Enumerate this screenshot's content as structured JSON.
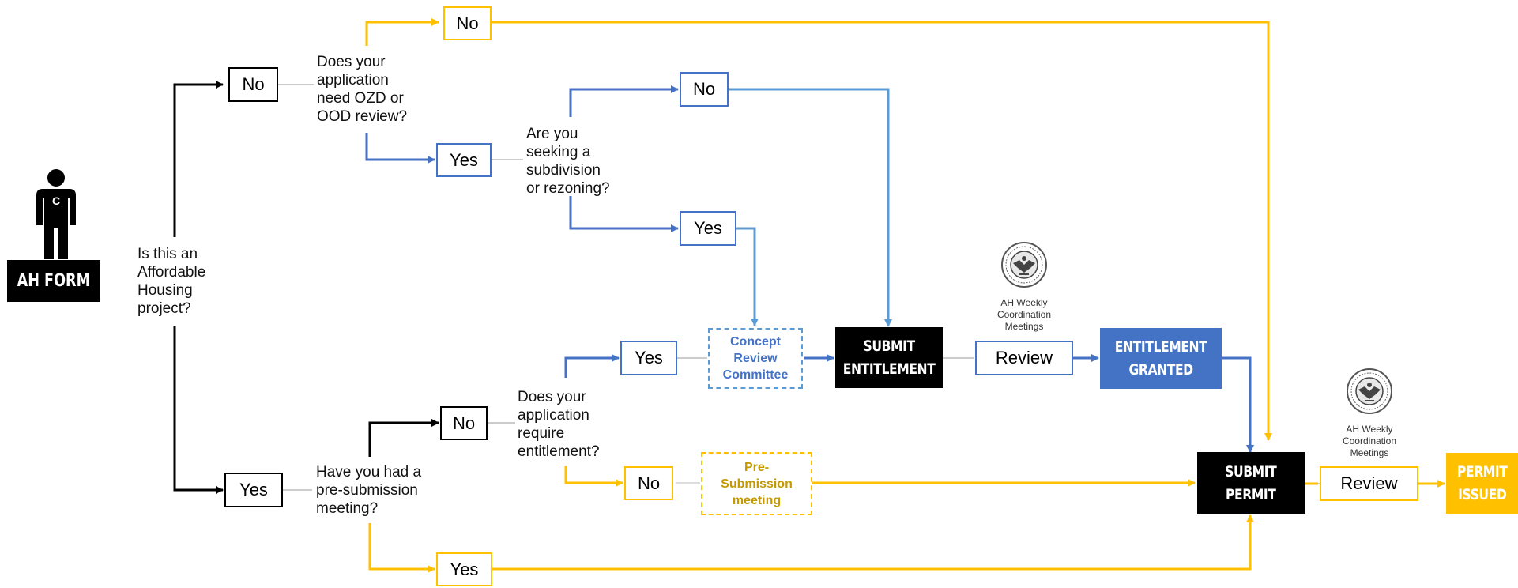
{
  "colors": {
    "black": "#000000",
    "blue": "#4472c4",
    "light_blue": "#5b9bd5",
    "yellow": "#ffc000",
    "entitlement_fill": "#4472c4",
    "permit_issued_fill": "#ffc000"
  },
  "start": {
    "icon": "person-icon",
    "icon_letter": "C",
    "label": "AH FORM"
  },
  "questions": {
    "affordable": "Is this an\nAffordable\nHousing\nproject?",
    "ozd": "Does your\napplication\nneed OZD or\nOOD review?",
    "subdivision": "Are you\nseeking a\nsubdivision\nor rezoning?",
    "presubmission": "Have you had a\npre-submission\nmeeting?",
    "entitlement": "Does your\napplication\nrequire\nentitlement?"
  },
  "answers": {
    "affordable_no": "No",
    "affordable_yes": "Yes",
    "ozd_no": "No",
    "ozd_yes": "Yes",
    "subdivision_no": "No",
    "subdivision_yes": "Yes",
    "presub_no": "No",
    "presub_yes": "Yes",
    "entitlement_yes": "Yes",
    "entitlement_no": "No"
  },
  "steps": {
    "concept_review": "Concept\nReview\nCommittee",
    "presubmission_meeting": "Pre-\nSubmission\nmeeting",
    "submit_entitlement": "SUBMIT\nENTITLEMENT",
    "review_1": "Review",
    "entitlement_granted": "ENTITLEMENT\nGRANTED",
    "submit_permit": "SUBMIT\nPERMIT",
    "review_2": "Review",
    "permit_issued": "PERMIT\nISSUED"
  },
  "seals": {
    "icon": "city-seal-icon",
    "caption_1": "AH Weekly\nCoordination\nMeetings",
    "caption_2": "AH Weekly\nCoordination\nMeetings"
  }
}
